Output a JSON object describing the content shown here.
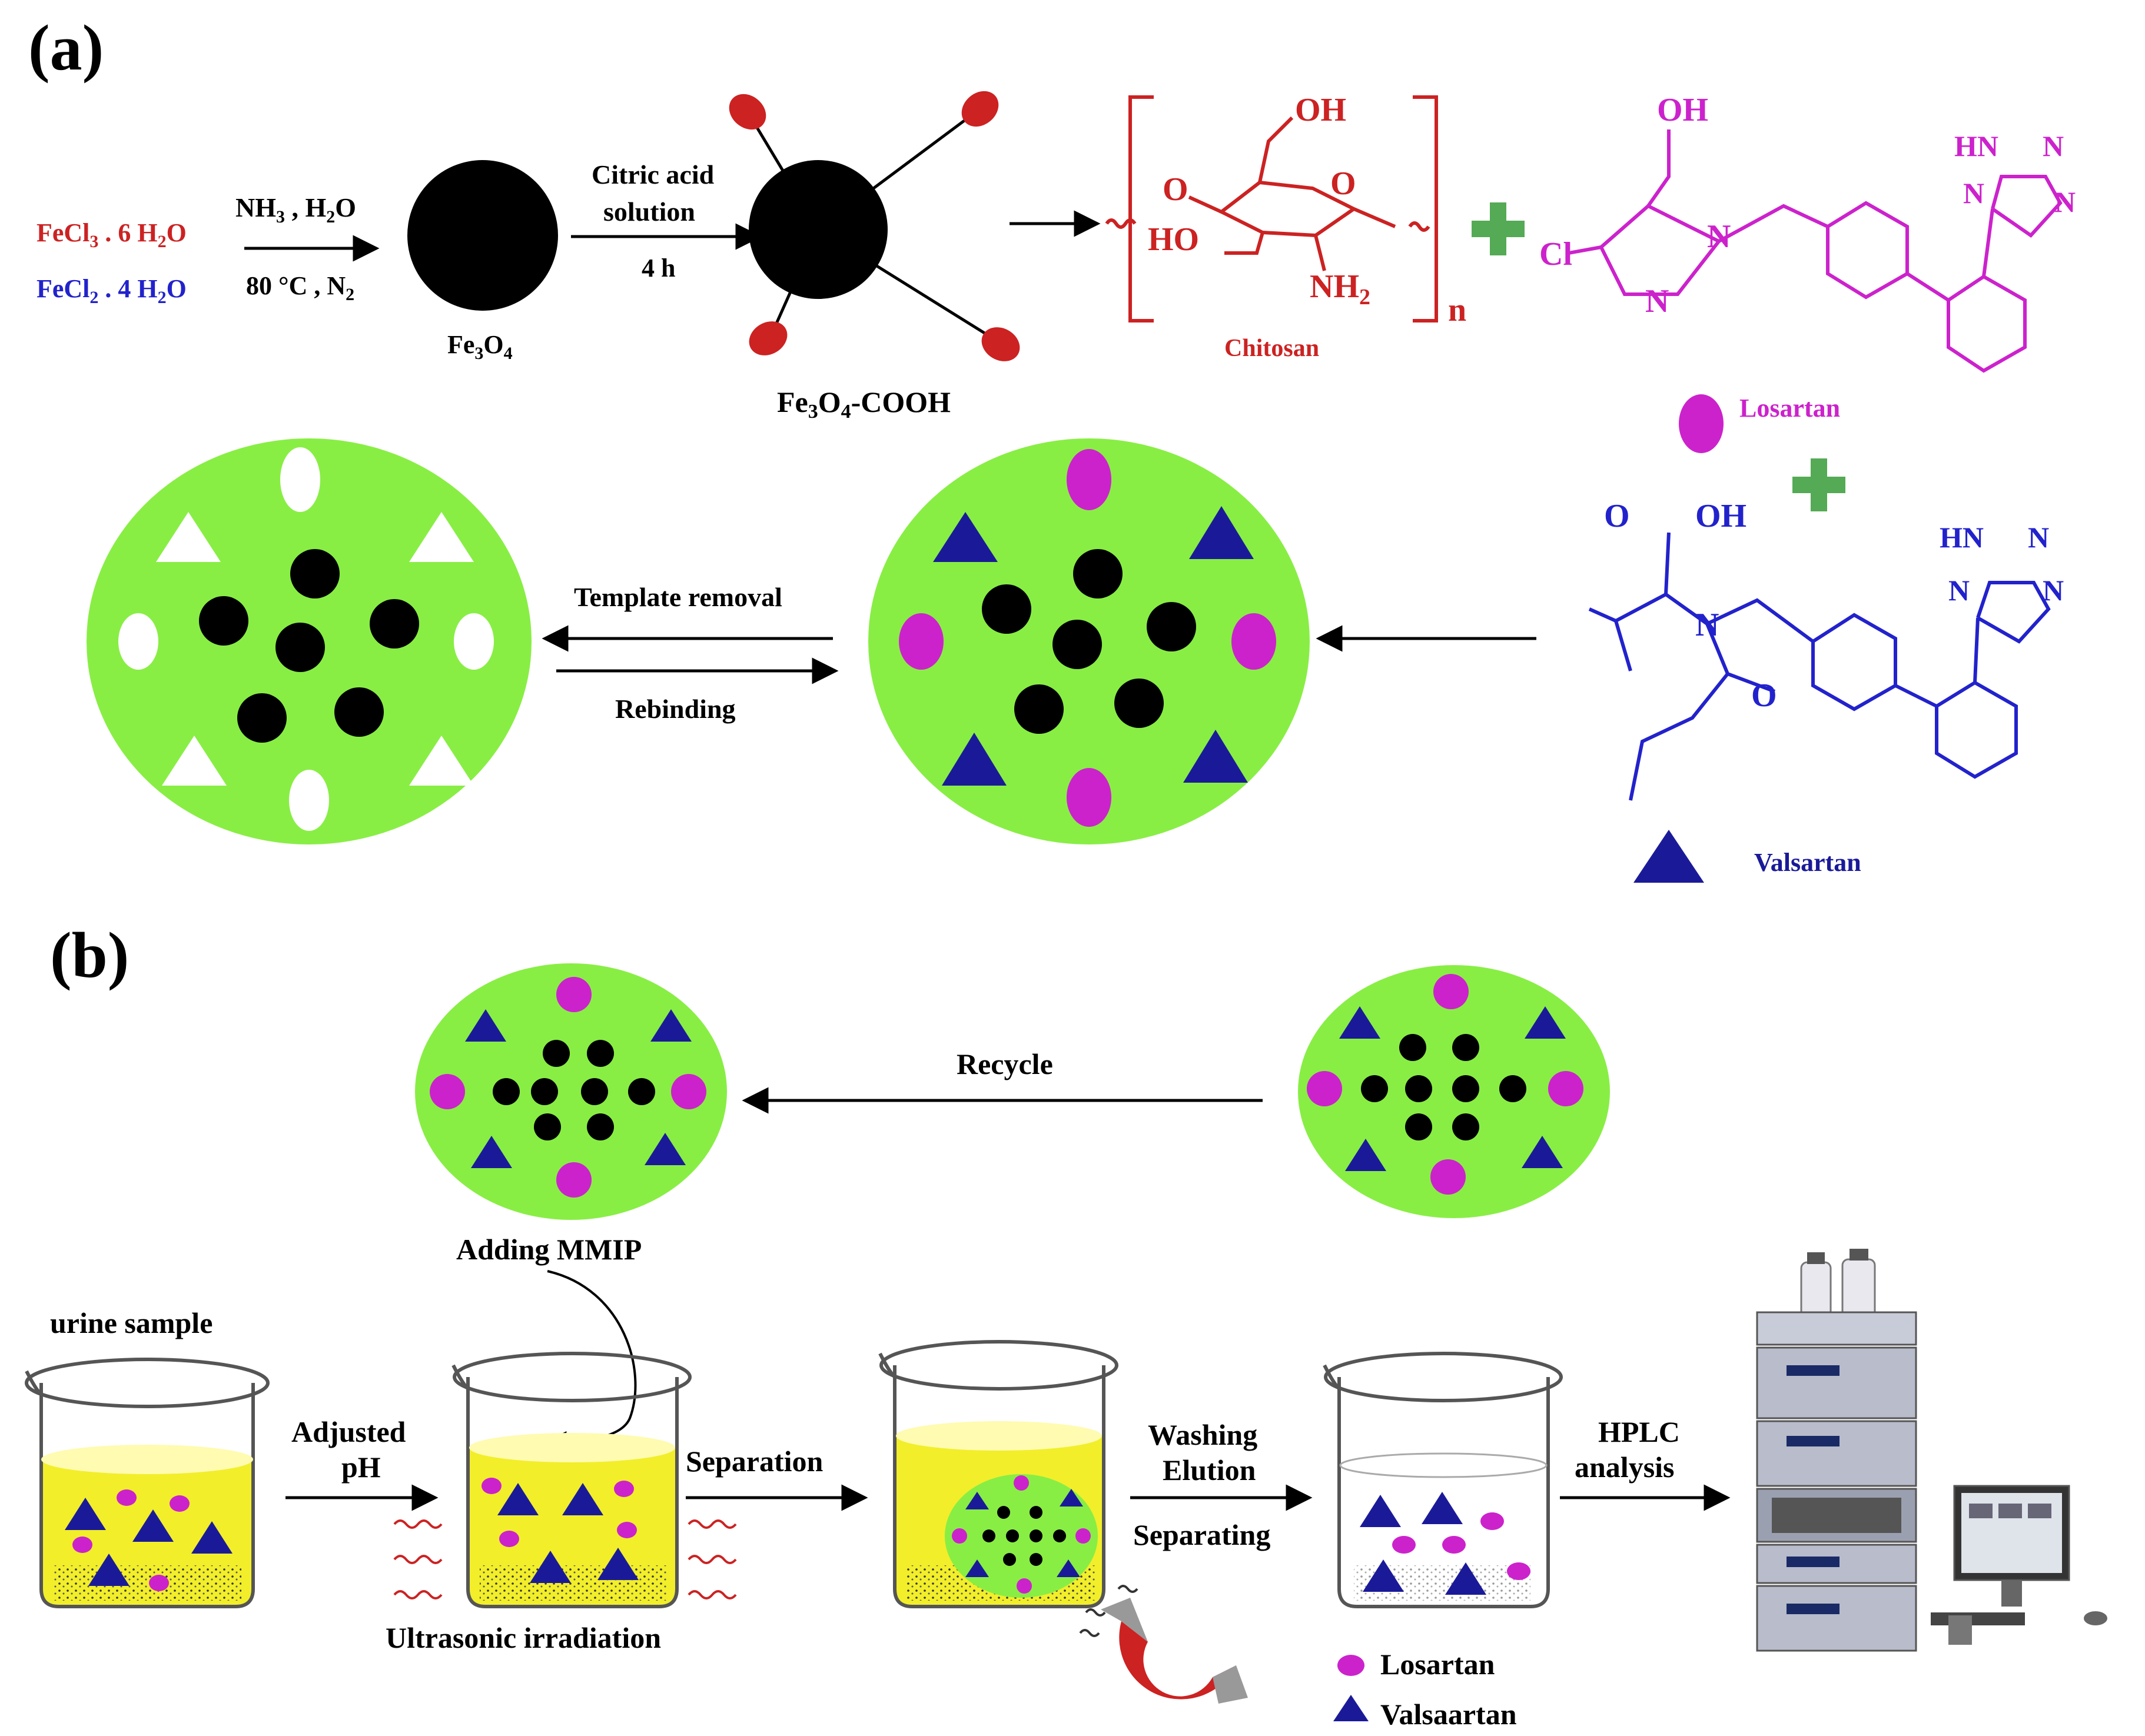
{
  "panel_labels": {
    "a": "(a)",
    "b": "(b)"
  },
  "colors": {
    "green": "#88ee44",
    "black": "#000000",
    "magenta": "#cc22cc",
    "navy": "#1a1a99",
    "red": "#cc2222",
    "blue": "#2222cc",
    "cross": "#55aa55",
    "liquid": "#f2ee2a"
  },
  "synthesis": {
    "fecl3": {
      "main": "FeCl",
      "sub1": "3",
      "mid": " . 6 H",
      "sub2": "2",
      "end": "O"
    },
    "fecl2": {
      "main": "FeCl",
      "sub1": "2",
      "mid": " . 4 H",
      "sub2": "2",
      "end": "O"
    },
    "step1_top": {
      "a": "NH",
      "b": "3",
      "c": " , H",
      "d": "2",
      "e": "O"
    },
    "step1_bottom": {
      "a": "80 °C , N",
      "b": "2"
    },
    "fe3o4": {
      "a": "Fe",
      "b": "3",
      "c": "O",
      "d": "4"
    },
    "step2_top1": "Citric acid",
    "step2_top2": "solution",
    "step2_bottom": "4 h",
    "fe3o4_cooh": {
      "a": "Fe",
      "b": "3",
      "c": "O",
      "d": "4",
      "e": "-COOH"
    }
  },
  "chitosan": {
    "oh_top": "OH",
    "o_left": "O",
    "o_ring": "O",
    "ho": "HO",
    "nh2": {
      "a": "NH",
      "b": "2"
    },
    "n": "n",
    "name": "Chitosan"
  },
  "losartan": {
    "oh": "OH",
    "cl": "Cl",
    "n1": "N",
    "n2": "N",
    "hn": "HN",
    "tn1": "N",
    "tn2": "N",
    "tn3": "N",
    "legend": "Losartan"
  },
  "valsartan": {
    "o": "O",
    "oh": "OH",
    "n": "N",
    "o2": "O",
    "hn": "HN",
    "tn1": "N",
    "tn2": "N",
    "tn3": "N",
    "legend": "Valsartan"
  },
  "imprinting": {
    "template_removal": "Template removal",
    "rebinding": "Rebinding"
  },
  "procedure": {
    "recycle": "Recycle",
    "adding_mmip": "Adding MMIP",
    "urine_sample": "urine sample",
    "adjusted": "Adjusted",
    "ph": "pH",
    "ultrasonic": "Ultrasonic irradiation",
    "separation": "Separation",
    "washing": "Washing",
    "elution": "Elution",
    "separating": "Separating",
    "hplc1": "HPLC",
    "hplc2": "analysis"
  },
  "legend": {
    "losartan": "Losartan",
    "valsartan": "Valsaartan"
  }
}
